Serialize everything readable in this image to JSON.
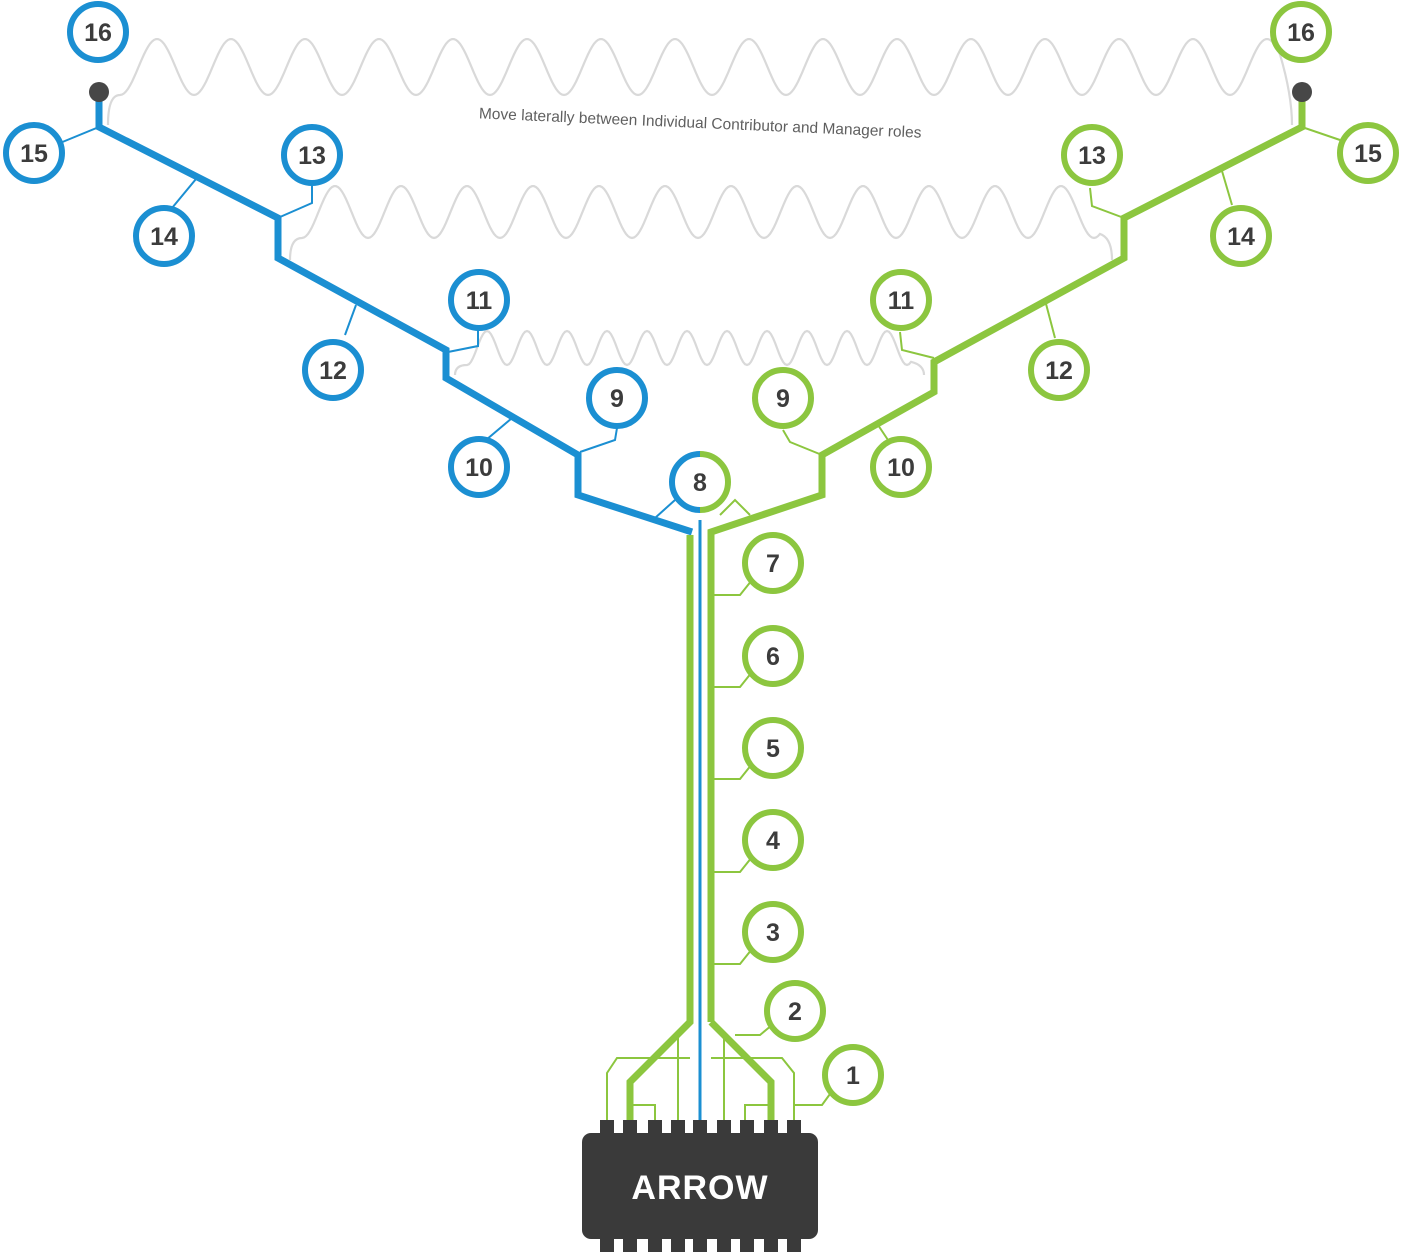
{
  "caption": "Move laterally between Individual Contributor and Manager roles",
  "logo_text": "ARROW",
  "colors": {
    "ic_track": "#1b8fd2",
    "manager_track": "#8cc63f",
    "wave": "#d9d9d9",
    "chip": "#3a3a3a",
    "node_text": "#3c3c3c",
    "caption": "#5f5f5f"
  },
  "shared_levels": [
    "1",
    "2",
    "3",
    "4",
    "5",
    "6",
    "7"
  ],
  "junction_level": "8",
  "ic_levels": [
    "9",
    "10",
    "11",
    "12",
    "13",
    "14",
    "15",
    "16"
  ],
  "manager_levels": [
    "9",
    "10",
    "11",
    "12",
    "13",
    "14",
    "15",
    "16"
  ]
}
